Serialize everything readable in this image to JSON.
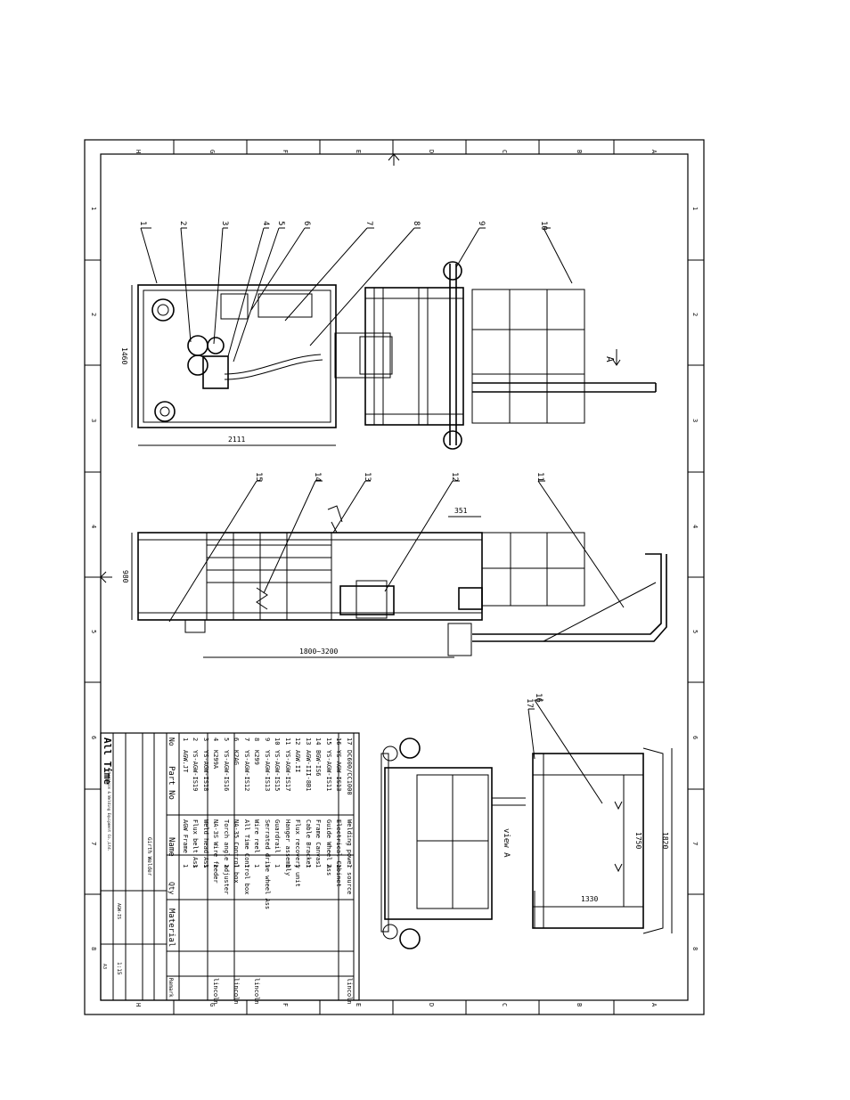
{
  "grid": {
    "letters": [
      "H",
      "G",
      "F",
      "E",
      "D",
      "C",
      "B",
      "A"
    ],
    "numbers": [
      "1",
      "2",
      "3",
      "4",
      "5",
      "6",
      "7",
      "8"
    ]
  },
  "dimensions": {
    "top_width": "1460",
    "top_length": "2111",
    "side_height": "980",
    "side_offset": "351",
    "side_travel": "1800~3200",
    "end_height": "1750",
    "end_base": "1330",
    "end_width": "1820"
  },
  "view_labels": {
    "top_view": "A",
    "end_view": "view A"
  },
  "balloons": [
    "1",
    "2",
    "3",
    "4",
    "5",
    "6",
    "7",
    "8",
    "9",
    "10",
    "11",
    "12",
    "13",
    "14",
    "15",
    "16",
    "17"
  ],
  "title_block": {
    "headers": {
      "no": "No",
      "part_no": "Part No",
      "name": "Name",
      "qty": "Qty",
      "material": "Material",
      "remark": "Remark"
    },
    "rows": [
      {
        "no": "17",
        "part_no": "DC600/CC1000",
        "name": "Welding power source",
        "qty": "1",
        "remark": "lincoln"
      },
      {
        "no": "16",
        "part_no": "YS-AGW-IS13",
        "name": "Electrical Cabinet",
        "qty": "1",
        "remark": ""
      },
      {
        "no": "15",
        "part_no": "YS-AGW-IS11",
        "name": "Guide Wheel Ass",
        "qty": "2",
        "remark": ""
      },
      {
        "no": "14",
        "part_no": "BGW-IS6",
        "name": "Frame Canvas",
        "qty": "1",
        "remark": ""
      },
      {
        "no": "13",
        "part_no": "AGW-III-8B1",
        "name": "Cable Bracket",
        "qty": "1",
        "remark": ""
      },
      {
        "no": "12",
        "part_no": "AGW.II",
        "name": "Flux recovery unit",
        "qty": "1",
        "remark": ""
      },
      {
        "no": "11",
        "part_no": "YS-AGW-IS17",
        "name": "Hanger assembly",
        "qty": "1",
        "remark": ""
      },
      {
        "no": "10",
        "part_no": "YS-AGW-IS15",
        "name": "Guardrail",
        "qty": "1",
        "remark": ""
      },
      {
        "no": "9",
        "part_no": "YS-AGW-IS13",
        "name": "Serrated drive wheel Ass",
        "qty": "1",
        "remark": ""
      },
      {
        "no": "8",
        "part_no": "K299",
        "name": "Wire reel",
        "qty": "1",
        "remark": "lincoln"
      },
      {
        "no": "7",
        "part_no": "YS-AGW-IS12",
        "name": "All Time Control box",
        "qty": "1",
        "remark": ""
      },
      {
        "no": "6",
        "part_no": "K2AG",
        "name": "NA-35 Control box",
        "qty": "1",
        "remark": "lincoln"
      },
      {
        "no": "5",
        "part_no": "YS-AGW-IS16",
        "name": "Torch angle adjuster",
        "qty": "1",
        "remark": ""
      },
      {
        "no": "4",
        "part_no": "K299A",
        "name": "NA-3S Wire feeder",
        "qty": "1",
        "remark": "lincoln"
      },
      {
        "no": "3",
        "part_no": "YS-AGW-IS18",
        "name": "Weld head Ass",
        "qty": "1",
        "remark": ""
      },
      {
        "no": "2",
        "part_no": "YS-AGW-IS19",
        "name": "Flux belt Ass",
        "qty": "1",
        "remark": ""
      },
      {
        "no": "1",
        "part_no": "AGW.JT",
        "name": "AGW Frame",
        "qty": "1",
        "remark": ""
      }
    ],
    "company": "All Time",
    "company_sub": "Automation & Welding Equipment Co.,Ltd.",
    "drawing_title": "Girth Welder",
    "drawing_no": "AGW-IS",
    "scale": "1:15",
    "sheet": "A3"
  }
}
